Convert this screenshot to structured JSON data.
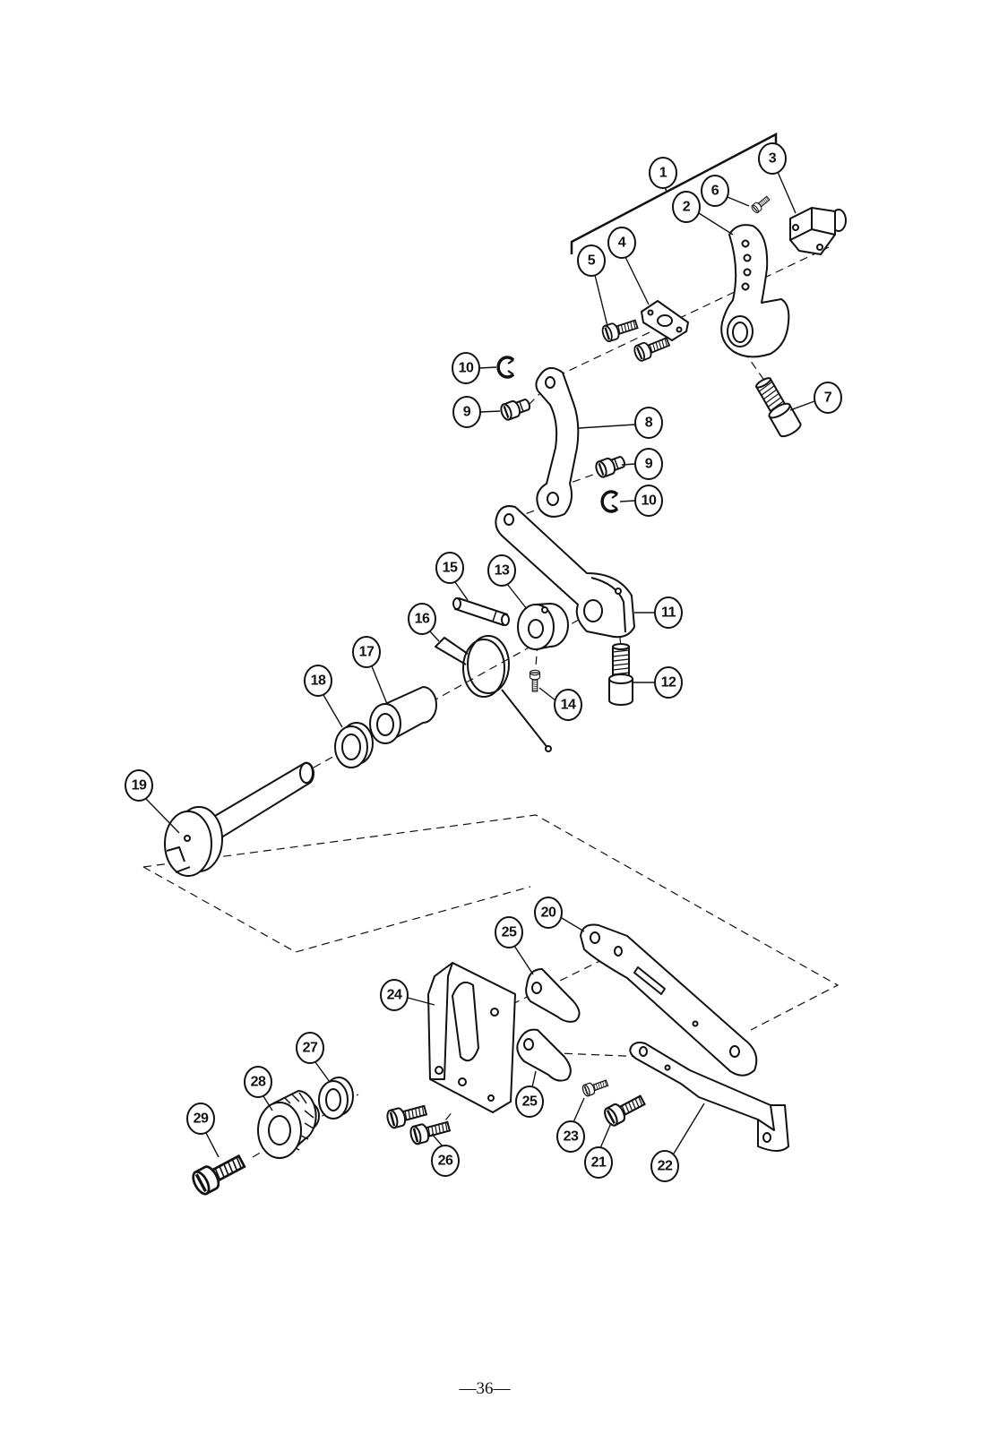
{
  "callouts": [
    "1",
    "2",
    "3",
    "4",
    "5",
    "6",
    "7",
    "8",
    "9",
    "9",
    "10",
    "10",
    "11",
    "12",
    "13",
    "14",
    "15",
    "16",
    "17",
    "18",
    "19",
    "20",
    "21",
    "22",
    "23",
    "24",
    "25",
    "25",
    "26",
    "27",
    "28",
    "29"
  ],
  "page_number": "—36—"
}
